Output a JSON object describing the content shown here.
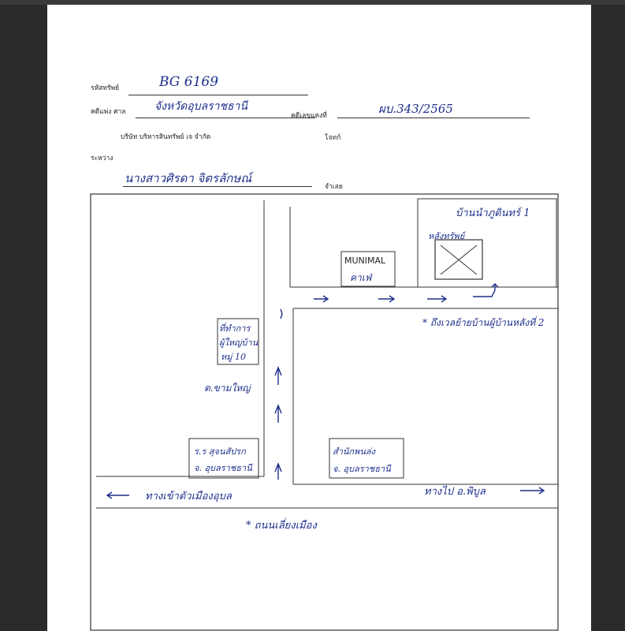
{
  "header": {
    "asset_code_label": "รหัสทรัพย์",
    "asset_code_value": "BG 6169",
    "civil_court_label": "คดีแพ่ง ศาล",
    "civil_court_value": "จังหวัดอุบลราชธานี",
    "red_case_label": "คดีเลขแดงที่",
    "red_case_value": "ผบ.343/2565",
    "plaintiff_company": "บริษัท บริหารสินทรัพย์ เจ   จำกัด",
    "plaintiff_label": "โจทก์",
    "between_label": "ระหว่าง",
    "defendant_name": "นางสาวศิรดา  จิตรลักษณ์",
    "defendant_label": "จำเลย"
  },
  "map": {
    "house_label": "บ้านนำภูดินทร์ 1",
    "target_label": "หลังทรัพย์",
    "cafe_label_1": "MUNIMAL",
    "cafe_label_2": "คาเฟ่",
    "turn_note": "* ถึงเวลย้ายบ้านผู้บ้านหลังที่ 2",
    "village_hall_1": "ที่ทำการ",
    "village_hall_2": "ผู้ใหญ่บ้าน",
    "village_hall_3": "หมู่ 10",
    "subdistrict": "ต.ขามใหญ่",
    "school_1": "ร.ร สุจนสัปรก",
    "school_2": "จ. อุบลราชธานี",
    "office_1": "สำนักพนล่ง",
    "office_2": "จ. อุบลราชธานี",
    "road_left": "ทางเข้าตัวเมืองอุบล",
    "road_right": "ทางไป อ.พิบูล",
    "road_name": "* ถนนเลี่ยงเมือง"
  }
}
